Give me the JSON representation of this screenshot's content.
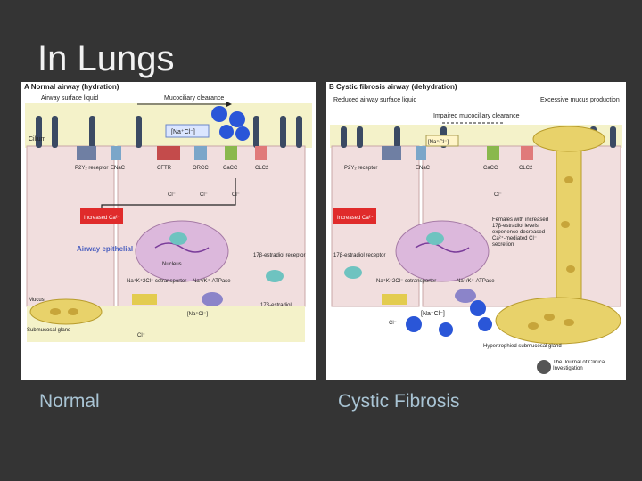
{
  "slide": {
    "title": "In Lungs",
    "caption_left": "Normal",
    "caption_right": "Cystic Fibrosis"
  },
  "panel_a": {
    "title": "A  Normal airway (hydration)",
    "airway_surface_liquid": "Airway surface liquid",
    "mucociliary_clearance": "Mucociliary clearance",
    "nacl": "[Na⁺Cl⁻]",
    "cilium": "Cilium",
    "channels": [
      "P2Y₂ receptor",
      "ENaC",
      "CFTR",
      "ORCC",
      "CaCC",
      "CLC2"
    ],
    "cl": "Cl⁻",
    "increased_ca": "Increased Ca²⁺",
    "airway_epithelial_cell": "Airway epithelial cell",
    "nucleus": "Nucleus",
    "estradiol_receptor": "17β-estradiol receptor",
    "nkcc": "Na⁺K⁺2Cl⁻ cotransporter",
    "atpase": "Na⁺/K⁺-ATPase",
    "nacl_bottom": "[Na⁺Cl⁻]",
    "mucus": "Mucus",
    "estradiol": "17β-estradiol",
    "submucosal_gland": "Submucosal gland"
  },
  "panel_b": {
    "title": "B  Cystic fibrosis airway (dehydration)",
    "reduced_asl": "Reduced airway surface liquid",
    "impaired_clearance": "Impaired mucociliary clearance",
    "excessive_mucus": "Excessive mucus production",
    "nacl": "[Na⁺Cl⁻]",
    "channels": [
      "P2Y₂ receptor",
      "ENaC",
      "CaCC",
      "CLC2"
    ],
    "cl": "Cl⁻",
    "increased_ca": "Increased Ca²⁺",
    "females_note": "Females with increased 17β-estradiol levels experience decreased Ca²⁺-mediated Cl⁻ secretion",
    "estradiol_receptor": "17β-estradiol receptor",
    "nkcc": "Na⁺K⁺2Cl⁻ cotransporter",
    "atpase": "Na⁺/K⁺-ATPase",
    "nacl_bottom": "[Na⁺Cl⁻]",
    "hypertrophied_gland": "Hypertrophied submucosal gland",
    "journal": "The Journal of Clinical Investigation"
  }
}
